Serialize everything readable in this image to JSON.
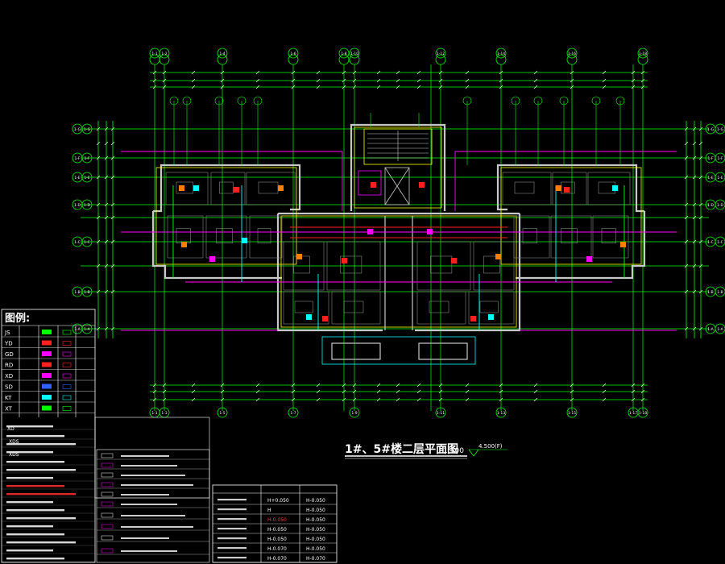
{
  "drawing": {
    "title": "1#、5#楼二层平面图",
    "scale": "1:100",
    "elevation": "4.500(F)"
  },
  "legend": {
    "heading": "图例:",
    "codes": [
      "JS",
      "YD",
      "GD",
      "RD",
      "XD",
      "SD",
      "KT",
      "XT"
    ],
    "note_tags": [
      "XD",
      "XDS",
      "XDS"
    ]
  },
  "grid": {
    "top_labels": [
      "1-1",
      "1-2",
      "1-4",
      "1-6",
      "1-8",
      "1-10",
      "1-12",
      "1-14",
      "1-16",
      "1-18"
    ],
    "bottom_labels": [
      "1-1",
      "1-3",
      "1-5",
      "1-7",
      "1-9",
      "1-11",
      "1-13",
      "1-15",
      "1-17",
      "1-18"
    ],
    "left_labels": [
      "1-G",
      "1-F",
      "1-E",
      "1-D",
      "1-C",
      "1-B",
      "1-A"
    ],
    "right_labels": [
      "1-G",
      "1-F",
      "1-E",
      "1-D",
      "1-C",
      "1-B",
      "1-A"
    ]
  },
  "table": {
    "headers": [
      "",
      "",
      "",
      ""
    ],
    "rows": [
      [
        "H",
        "H+0.050",
        "H-0.050"
      ],
      [
        "H",
        "H",
        "H-0.050"
      ],
      [
        "H",
        "H-0.050",
        "H-0.050"
      ],
      [
        "H",
        "H-0.050",
        "H-0.050"
      ],
      [
        "H",
        "H-0.050",
        "H-0.050"
      ],
      [
        "H",
        "H-0.070",
        "H-0.050"
      ],
      [
        "H",
        "H-0.070",
        "H-0.070"
      ]
    ]
  },
  "colors": {
    "background": "#000000",
    "grid": "#00ff00",
    "wall": "#c8c8c8",
    "outline": "#ffff00",
    "magenta": "#ff00ff",
    "cyan": "#00ffff",
    "red": "#ff2020",
    "orange": "#ff8000",
    "blue": "#3060ff"
  }
}
